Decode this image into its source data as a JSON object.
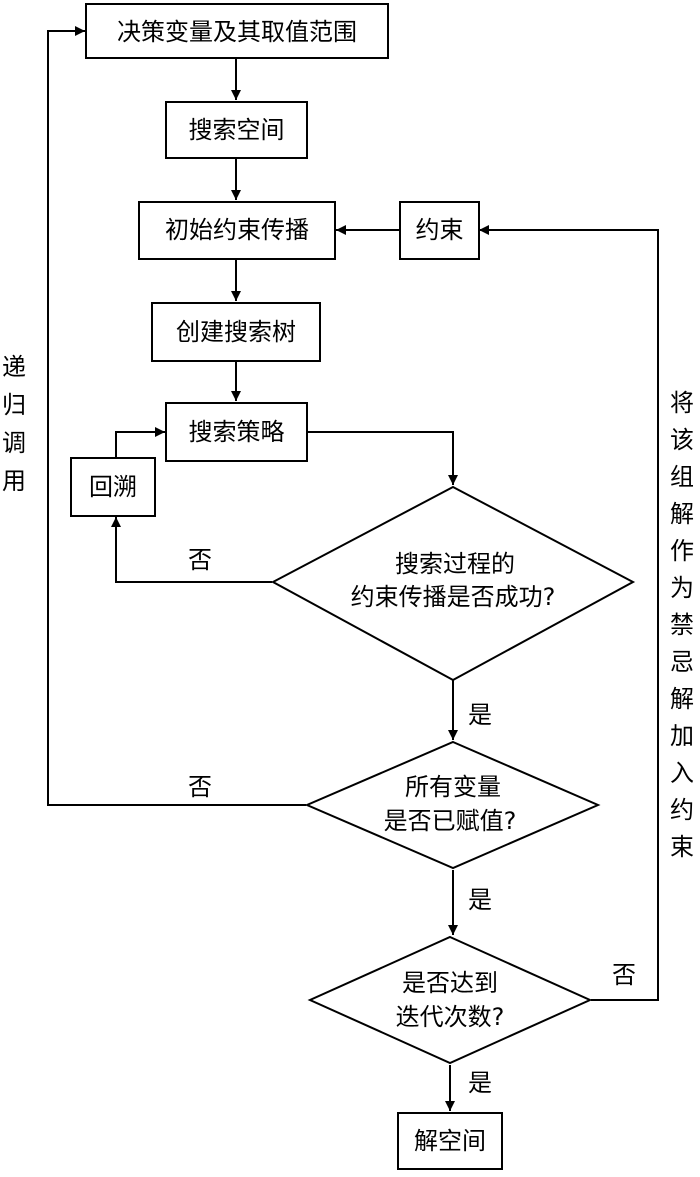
{
  "nodes": {
    "decision_vars": "决策变量及其取值范围",
    "search_space": "搜索空间",
    "initial_propagation": "初始约束传播",
    "constraint": "约束",
    "create_tree": "创建搜索树",
    "search_strategy": "搜索策略",
    "backtrack": "回溯",
    "propagation_success": [
      "搜索过程的",
      "约束传播是否成功?"
    ],
    "all_assigned": [
      "所有变量",
      "是否已赋值?"
    ],
    "iterations_reached": [
      "是否达到",
      "迭代次数?"
    ],
    "solution_space": "解空间"
  },
  "edge_labels": {
    "no": "否",
    "yes": "是"
  },
  "side_labels": {
    "recursive_call": "递归调用",
    "add_forbidden": "将该组解作为禁忌解加入约束"
  }
}
